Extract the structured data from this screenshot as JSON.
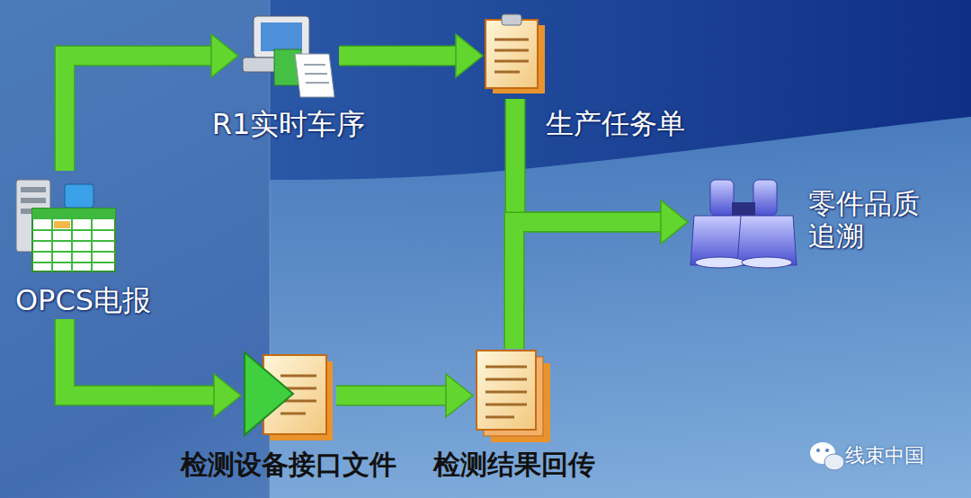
{
  "diagram": {
    "nodes": [
      {
        "text": [
          "OPCS电报"
        ]
      },
      {
        "text": [
          "R1实时车序"
        ]
      },
      {
        "text": [
          "生产任务单"
        ]
      },
      {
        "text": [
          "零件品质 追溯"
        ]
      },
      {
        "text": [
          "检测设备接口文件"
        ]
      },
      {
        "text": [
          "检测结果回传"
        ]
      }
    ],
    "edges": [
      {
        "from": 0,
        "to": 1,
        "arrow": "to"
      },
      {
        "from": 1,
        "to": 2,
        "arrow": "to"
      },
      {
        "from": 0,
        "to": 4,
        "arrow": "to"
      },
      {
        "from": 4,
        "to": 5,
        "arrow": "to"
      },
      {
        "from": 2,
        "to": 3,
        "arrow": "to"
      },
      {
        "from": 5,
        "to": 3,
        "arrow": "to"
      }
    ],
    "labels": [
      "线束中国"
    ]
  }
}
